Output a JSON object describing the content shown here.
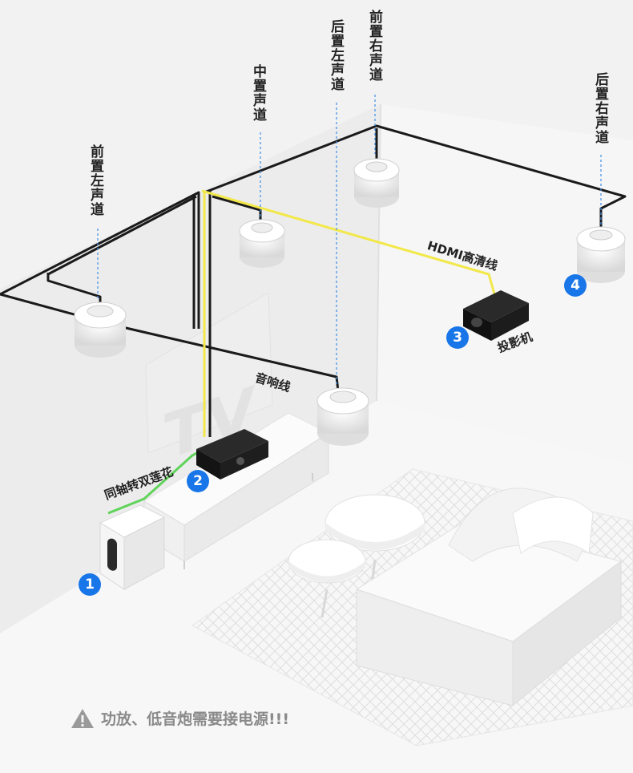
{
  "labels": {
    "front_left": "前置左声道",
    "center": "中置声道",
    "rear_left": "后置左声道",
    "front_right": "前置右声道",
    "rear_right": "后置右声道",
    "hdmi": "HDMI高清线",
    "speaker_wire": "音响线",
    "coax": "同轴转双莲花",
    "projector": "投影机",
    "tv": "TV"
  },
  "badges": {
    "subwoofer": "1",
    "amplifier": "2",
    "projector": "3",
    "rear_right_speaker": "4"
  },
  "warning": "功放、低音炮需要接电源!!!",
  "colors": {
    "badge_blue": "#1976e8",
    "hdmi_yellow": "#f2e84a",
    "coax_green": "#5fd35a",
    "wire_black": "#1a1a1a"
  }
}
